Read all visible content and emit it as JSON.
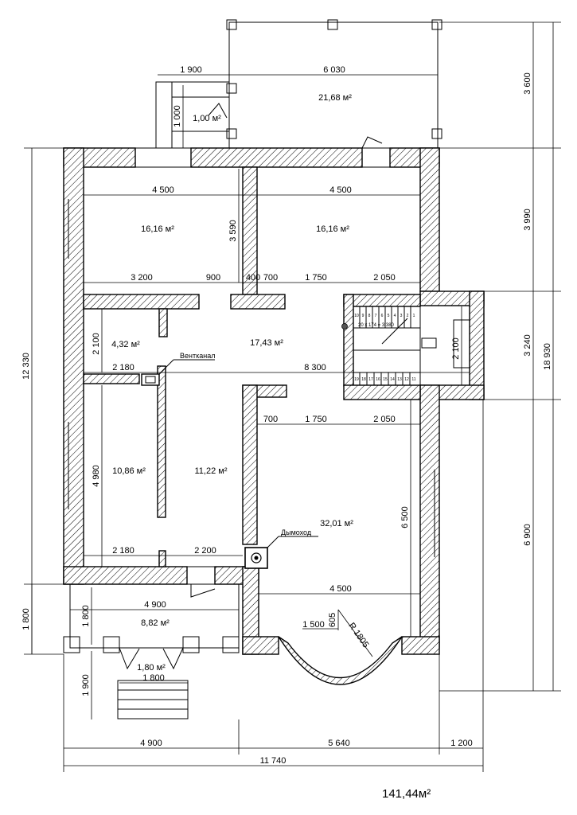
{
  "rooms": {
    "porch_top": "21,68 м²",
    "stair_small": "1,00 м²",
    "room_nw": "16,16 м²",
    "room_ne": "16,16 м²",
    "hall": "17,43 м²",
    "bath": "4,32 м²",
    "room_w": "10,86 м²",
    "room_c": "11,22 м²",
    "living": "32,01 м²",
    "terrace": "8,82 м²",
    "entry": "1,80 м²"
  },
  "labels": {
    "vent": "Вентканал",
    "chimney": "Дымоход",
    "stair_formula": "20 x 174 = 3 380",
    "total": "141,44м²"
  },
  "dims": {
    "top_1900": "1 900",
    "top_6030": "6 030",
    "v_1000": "1 000",
    "r_3600": "3 600",
    "r_3990": "3 990",
    "r_3240": "3 240",
    "r_6900": "6 900",
    "r_18930": "18 930",
    "l_12330": "12 330",
    "l_1800": "1 800",
    "nw_4500": "4 500",
    "ne_4500": "4 500",
    "v_3590": "3 590",
    "row_3200": "3 200",
    "row_900": "900",
    "row_400": "400",
    "row_700": "700",
    "row_1750": "1 750",
    "row_2050": "2 050",
    "v_2100": "2 100",
    "h_2180": "2 180",
    "h_8300": "8 300",
    "stair_2100": "2 100",
    "m_700": "700",
    "m_1750": "1 750",
    "m_2050": "2 050",
    "v_4980": "4 980",
    "v_6500": "6 500",
    "b_2180": "2 180",
    "b_2200": "2 200",
    "t_4900": "4 900",
    "t_1800v": "1 800",
    "bay_4500": "4 500",
    "bay_1500": "1 500",
    "bay_605": "605",
    "bay_r": "R 1805",
    "e_1900": "1 900",
    "e_1800": "1 800",
    "btm_4900": "4 900",
    "btm_5640": "5 640",
    "btm_1200": "1 200",
    "btm_11740": "11 740"
  },
  "stairs": {
    "top_row": [
      "10",
      "9",
      "8",
      "7",
      "6",
      "5",
      "4",
      "3",
      "2",
      "1"
    ],
    "bottom_row": [
      "19",
      "18",
      "17",
      "16",
      "15",
      "14",
      "13",
      "12",
      "11"
    ]
  }
}
